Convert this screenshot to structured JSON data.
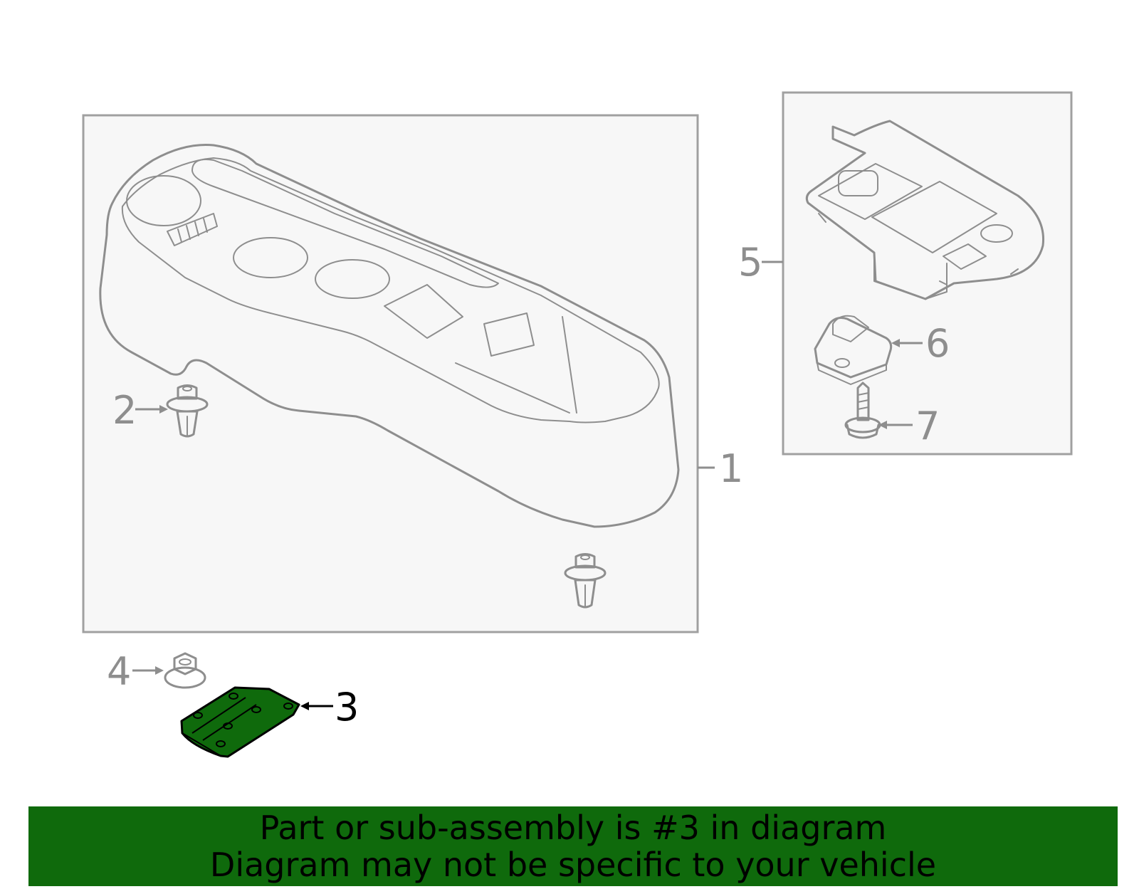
{
  "callouts": {
    "c1": "1",
    "c2": "2",
    "c3": "3",
    "c4": "4",
    "c5": "5",
    "c6": "6",
    "c7": "7"
  },
  "highlighted_part": "3",
  "colors": {
    "line": "#8e8e8e",
    "box_fill": "#f7f7f7",
    "highlight_fill": "#0f6a0c",
    "banner_bg": "#0f6a0c",
    "text_highlight": "#000000"
  },
  "banner": {
    "line1": "Part or sub-assembly is #3 in diagram",
    "line2": "Diagram may not be specific to your vehicle"
  }
}
